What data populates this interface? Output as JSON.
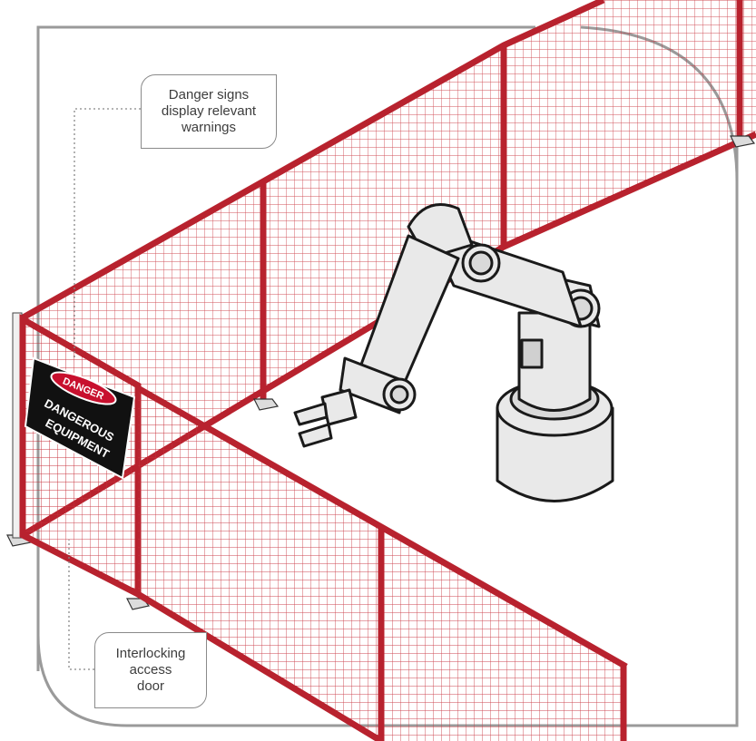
{
  "callouts": {
    "danger_signs": "Danger signs\ndisplay relevant\nwarnings",
    "interlocking_door": "Interlocking\naccess\ndoor"
  },
  "sign": {
    "header": "DANGER",
    "line1": "DANGEROUS",
    "line2": "EQUIPMENT"
  },
  "colors": {
    "fence_red": "#b8222e",
    "mesh_red": "#c8323c",
    "robot_fill": "#e9e9e9",
    "robot_stroke": "#1a1a1a",
    "floor_outline": "#9a9a9a",
    "sign_red": "#c8102e"
  },
  "icons": [
    "danger-sign-icon",
    "robot-arm-icon"
  ]
}
